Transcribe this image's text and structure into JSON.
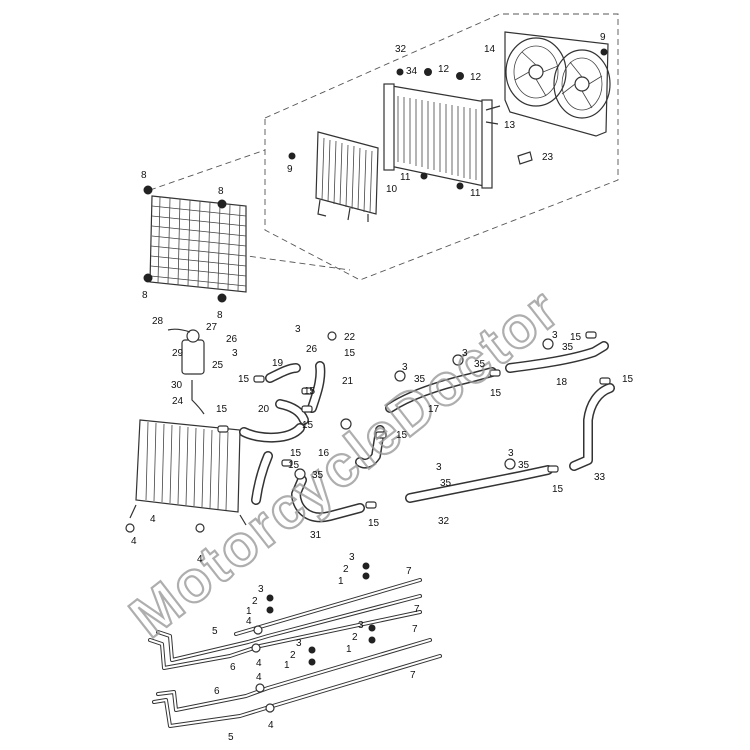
{
  "watermark": "MotorcycleDoctor",
  "callouts": {
    "c32_top": "32",
    "c34": "34",
    "c12a": "12",
    "c12b": "12",
    "c14": "14",
    "c9a": "9",
    "c13": "13",
    "c9b": "9",
    "c23": "23",
    "c11a": "11",
    "c11b": "11",
    "c10": "10",
    "c8a": "8",
    "c8b": "8",
    "c8c": "8",
    "c8d": "8",
    "c28": "28",
    "c27": "27",
    "c26a": "26",
    "c3a": "3",
    "c29": "29",
    "c25": "25",
    "c30": "30",
    "c24": "24",
    "c15a": "15",
    "c4a": "4",
    "c4b": "4",
    "c4c": "4",
    "c3b": "3",
    "c22": "22",
    "c26b": "26",
    "c15b": "15",
    "c19": "19",
    "c15c": "15",
    "c21": "21",
    "c15d": "15",
    "c20": "20",
    "c15e": "15",
    "c15f": "15",
    "c16": "16",
    "c15g": "15",
    "c35a": "35",
    "c31": "31",
    "c3c": "3",
    "c35b": "35",
    "c3d": "3",
    "c35c": "35",
    "c15h": "15",
    "c17": "17",
    "c15i": "15",
    "c3e": "3",
    "c35d": "35",
    "c15j": "15",
    "c3f": "3",
    "c35e": "35",
    "c18": "18",
    "c15k": "15",
    "c3g": "3",
    "c35f": "35",
    "c15l": "15",
    "c33": "33",
    "c32_bot": "32",
    "c15m": "15",
    "c3h": "3",
    "c2a": "2",
    "c1a": "1",
    "c7a": "7",
    "c3i": "3",
    "c2b": "2",
    "c1b": "1",
    "c7b": "7",
    "c3j": "3",
    "c2c": "2",
    "c1c": "1",
    "c7c": "7",
    "c3k": "3",
    "c2d": "2",
    "c1d": "1",
    "c7d": "7",
    "c5a": "5",
    "c4d": "4",
    "c6a": "6",
    "c4e": "4",
    "c6b": "6",
    "c4f": "4",
    "c5b": "5",
    "c4g": "4"
  }
}
